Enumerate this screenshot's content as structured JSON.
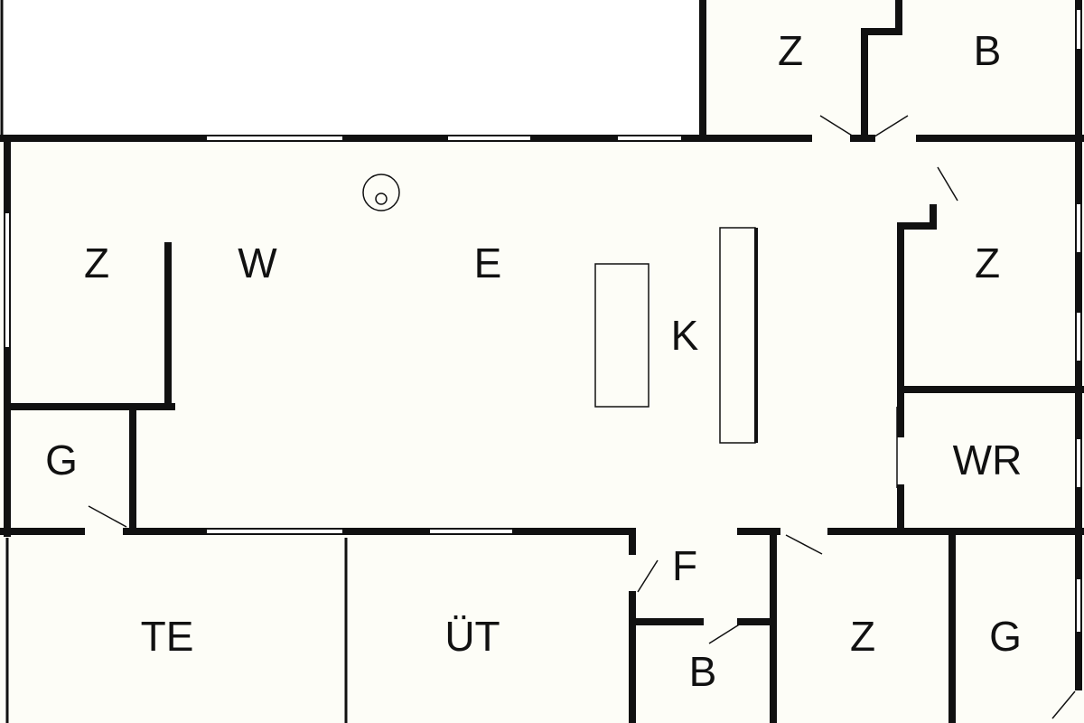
{
  "title": "Floor plan",
  "colors": {
    "floor": "#fdfdf7",
    "wall": "#111111",
    "outside": "#ffffff"
  },
  "rooms": [
    {
      "id": "z-top",
      "label": "Z"
    },
    {
      "id": "b-top",
      "label": "B"
    },
    {
      "id": "z-left",
      "label": "Z"
    },
    {
      "id": "w",
      "label": "W"
    },
    {
      "id": "e",
      "label": "E"
    },
    {
      "id": "k",
      "label": "K"
    },
    {
      "id": "z-right",
      "label": "Z"
    },
    {
      "id": "g-left",
      "label": "G"
    },
    {
      "id": "wr",
      "label": "WR"
    },
    {
      "id": "f",
      "label": "F"
    },
    {
      "id": "te",
      "label": "TE"
    },
    {
      "id": "ut",
      "label": "ÜT"
    },
    {
      "id": "z-bottom",
      "label": "Z"
    },
    {
      "id": "g-bottom",
      "label": "G"
    },
    {
      "id": "b-bottom",
      "label": "B"
    }
  ]
}
